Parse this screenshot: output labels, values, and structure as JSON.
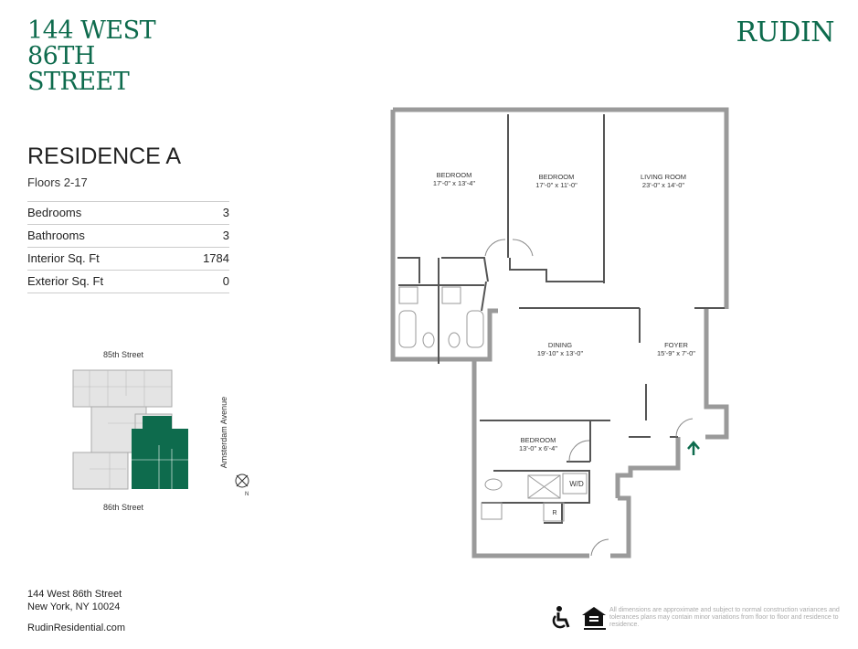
{
  "brand": {
    "line1": "144 WEST",
    "line2": "86TH",
    "line3": "STREET",
    "logo": "RUDIN"
  },
  "residence": {
    "title": "RESIDENCE A",
    "floors": "Floors 2-17"
  },
  "specs": [
    {
      "label": "Bedrooms",
      "value": "3"
    },
    {
      "label": "Bathrooms",
      "value": "3"
    },
    {
      "label": "Interior Sq. Ft",
      "value": "1784"
    },
    {
      "label": "Exterior Sq. Ft",
      "value": "0"
    }
  ],
  "keyplan": {
    "top_street": "85th Street",
    "bottom_street": "86th Street",
    "side_street": "Amsterdam Avenue",
    "compass": "N"
  },
  "rooms": [
    {
      "name": "BEDROOM",
      "dims": "17'-0\" x 13'-4\""
    },
    {
      "name": "BEDROOM",
      "dims": "17'-0\" x 11'-0\""
    },
    {
      "name": "LIVING ROOM",
      "dims": "23'-0\" x 14'-0\""
    },
    {
      "name": "DINING",
      "dims": "19'-10\" x 13'-0\""
    },
    {
      "name": "FOYER",
      "dims": "15'-9\" x 7'-0\""
    },
    {
      "name": "BEDROOM",
      "dims": "13'-0\" x 6'-4\""
    }
  ],
  "fixtures": {
    "wd": "W/D",
    "fridge": "R"
  },
  "address": {
    "line1": "144 West 86th Street",
    "line2": "New York, NY 10024",
    "website": "RudinResidential.com"
  },
  "disclaimer": "All dimensions are approximate and subject to normal construction variances and tolerances plans may contain minor variations from floor to floor and residence to residence.",
  "colors": {
    "brand": "#0e6b4d",
    "wall": "#999999"
  }
}
